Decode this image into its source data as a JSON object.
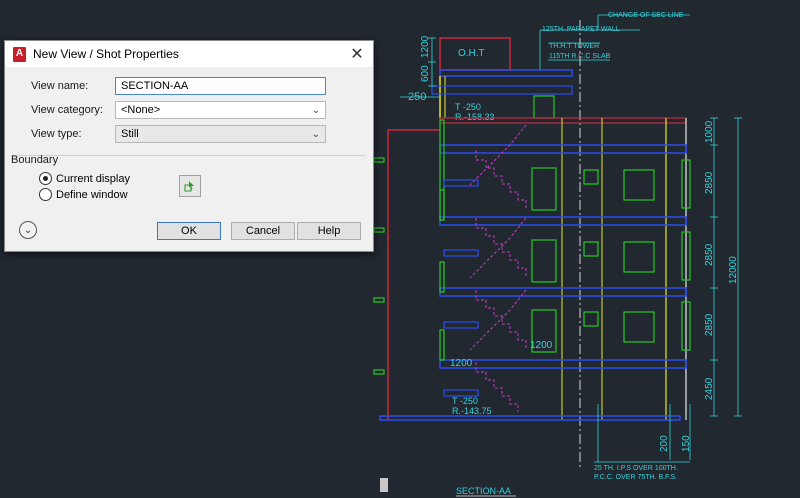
{
  "dialog": {
    "title": "New View / Shot Properties",
    "app_icon_letter": "A",
    "close_glyph": "✕",
    "view_name": {
      "label": "View name:",
      "value": "SECTION-AA"
    },
    "view_category": {
      "label": "View category:",
      "value": "<None>"
    },
    "view_type": {
      "label": "View type:",
      "value": "Still"
    },
    "boundary": {
      "title": "Boundary",
      "option_current": "Current display",
      "option_define": "Define window",
      "selected": "current"
    },
    "buttons": {
      "ok": "OK",
      "cancel": "Cancel",
      "help": "Help"
    },
    "icons": {
      "dropdown": "chevron-down-icon",
      "pick": "pick-window-icon",
      "expand": "expand-chevron-icon",
      "close": "close-icon"
    }
  },
  "drawing": {
    "colors": {
      "background": "#212830",
      "annotation": "#35d2dc",
      "wall": "#c8283c",
      "slab": "#2a4cf0",
      "window": "#28c828",
      "stair": "#c83cc8",
      "column": "#e6e628",
      "dimension": "#35d2dc"
    },
    "labels": {
      "change_sec": "CHANGE OF SEC LINE",
      "parapet": "125TH. PARAPET WALL",
      "ht_tower": "TH.H.T TOWER",
      "rcc_slab": "115TH R.C.C SLAB",
      "oht": "O.H.T",
      "t_top": "T -250",
      "r_top": "R.-158.33",
      "t_bot": "T -250",
      "r_bot": "R.-143.75",
      "ips": "25 TH. I.P.S OVER 100TH.",
      "pcc": "P.C.C. OVER 75TH. B.F.S.",
      "section": "SECTION-AA"
    },
    "dims": {
      "d1200_top": "1200",
      "d600": "600",
      "d250": "250",
      "d1000": "1000",
      "d2850_a": "2850",
      "d2850_b": "2850",
      "d2850_c": "2850",
      "d2450": "2450",
      "d12000": "12000",
      "d1200_mid": "1200",
      "d1200_stair": "1200",
      "d200": "200",
      "d150": "150"
    }
  }
}
